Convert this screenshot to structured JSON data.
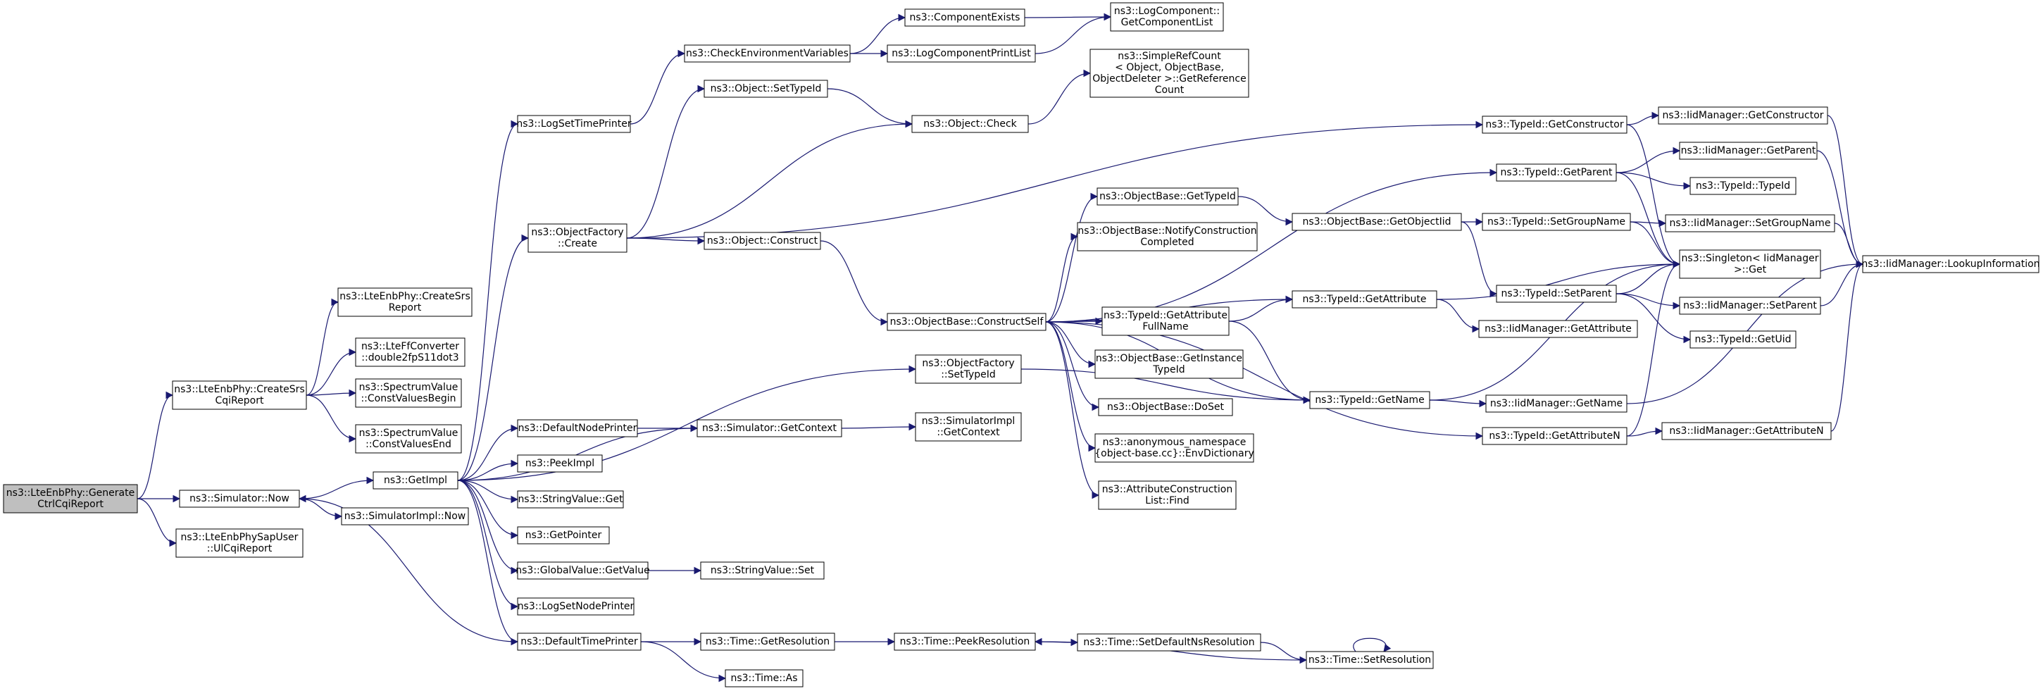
{
  "nodes": [
    {
      "id": "root",
      "lines": [
        "ns3::LteEnbPhy::Generate",
        "CtrlCqiReport"
      ],
      "root": true
    },
    {
      "id": "createSrs",
      "lines": [
        "ns3::LteEnbPhy::CreateSrs",
        "CqiReport"
      ]
    },
    {
      "id": "simNow",
      "lines": [
        "ns3::Simulator::Now"
      ]
    },
    {
      "id": "ulCqi",
      "lines": [
        "ns3::LteEnbPhySapUser",
        "::UlCqiReport"
      ]
    },
    {
      "id": "createSrsReport",
      "lines": [
        "ns3::LteEnbPhy::CreateSrs",
        "Report"
      ]
    },
    {
      "id": "double2fp",
      "lines": [
        "ns3::LteFfConverter",
        "::double2fpS11dot3"
      ]
    },
    {
      "id": "cvBegin",
      "lines": [
        "ns3::SpectrumValue",
        "::ConstValuesBegin"
      ]
    },
    {
      "id": "cvEnd",
      "lines": [
        "ns3::SpectrumValue",
        "::ConstValuesEnd"
      ]
    },
    {
      "id": "getImpl",
      "lines": [
        "ns3::GetImpl"
      ]
    },
    {
      "id": "simImplNow",
      "lines": [
        "ns3::SimulatorImpl::Now"
      ]
    },
    {
      "id": "logSetTimePrinter",
      "lines": [
        "ns3::LogSetTimePrinter"
      ]
    },
    {
      "id": "objFactoryCreate",
      "lines": [
        "ns3::ObjectFactory",
        "::Create"
      ]
    },
    {
      "id": "defNodePrinter",
      "lines": [
        "ns3::DefaultNodePrinter"
      ]
    },
    {
      "id": "peekImpl",
      "lines": [
        "ns3::PeekImpl"
      ]
    },
    {
      "id": "strValueGet",
      "lines": [
        "ns3::StringValue::Get"
      ]
    },
    {
      "id": "getPointer",
      "lines": [
        "ns3::GetPointer"
      ]
    },
    {
      "id": "gvGetValue",
      "lines": [
        "ns3::GlobalValue::GetValue"
      ]
    },
    {
      "id": "logSetNodePrinter",
      "lines": [
        "ns3::LogSetNodePrinter"
      ]
    },
    {
      "id": "defTimePrinter",
      "lines": [
        "ns3::DefaultTimePrinter"
      ]
    },
    {
      "id": "checkEnvVars",
      "lines": [
        "ns3::CheckEnvironmentVariables"
      ]
    },
    {
      "id": "objSetTypeId",
      "lines": [
        "ns3::Object::SetTypeId"
      ]
    },
    {
      "id": "objConstruct",
      "lines": [
        "ns3::Object::Construct"
      ]
    },
    {
      "id": "simGetContext",
      "lines": [
        "ns3::Simulator::GetContext"
      ]
    },
    {
      "id": "strValueSet",
      "lines": [
        "ns3::StringValue::Set"
      ]
    },
    {
      "id": "timeGetRes",
      "lines": [
        "ns3::Time::GetResolution"
      ]
    },
    {
      "id": "timeAs",
      "lines": [
        "ns3::Time::As"
      ]
    },
    {
      "id": "compExists",
      "lines": [
        "ns3::ComponentExists"
      ]
    },
    {
      "id": "logCompPrintList",
      "lines": [
        "ns3::LogComponentPrintList"
      ]
    },
    {
      "id": "objCheck",
      "lines": [
        "ns3::Object::Check"
      ]
    },
    {
      "id": "objBaseConstructSelf",
      "lines": [
        "ns3::ObjectBase::ConstructSelf"
      ]
    },
    {
      "id": "ofSetTypeId",
      "lines": [
        "ns3::ObjectFactory",
        "::SetTypeId"
      ]
    },
    {
      "id": "simImplGetContext",
      "lines": [
        "ns3::SimulatorImpl",
        "::GetContext"
      ]
    },
    {
      "id": "timePeekRes",
      "lines": [
        "ns3::Time::PeekResolution"
      ]
    },
    {
      "id": "logCompGetList",
      "lines": [
        "ns3::LogComponent::",
        "GetComponentList"
      ]
    },
    {
      "id": "simpleRefCount",
      "lines": [
        "ns3::SimpleRefCount",
        "< Object, ObjectBase,",
        "ObjectDeleter >::GetReference",
        "Count"
      ]
    },
    {
      "id": "obGetTypeId",
      "lines": [
        "ns3::ObjectBase::GetTypeId"
      ]
    },
    {
      "id": "obNotifyConstr",
      "lines": [
        "ns3::ObjectBase::NotifyConstruction",
        "Completed"
      ]
    },
    {
      "id": "tidGetAttrFullName",
      "lines": [
        "ns3::TypeId::GetAttribute",
        "FullName"
      ]
    },
    {
      "id": "obGetInstanceTypeId",
      "lines": [
        "ns3::ObjectBase::GetInstance",
        "TypeId"
      ]
    },
    {
      "id": "obDoSet",
      "lines": [
        "ns3::ObjectBase::DoSet"
      ]
    },
    {
      "id": "anonEnvDict",
      "lines": [
        "ns3::anonymous_namespace",
        "{object-base.cc}::EnvDictionary"
      ]
    },
    {
      "id": "acListFind",
      "lines": [
        "ns3::AttributeConstruction",
        "List::Find"
      ]
    },
    {
      "id": "timeSetDefNsRes",
      "lines": [
        "ns3::Time::SetDefaultNsResolution"
      ]
    },
    {
      "id": "obGetObjectIid",
      "lines": [
        "ns3::ObjectBase::GetObjectIid"
      ]
    },
    {
      "id": "tidGetAttribute",
      "lines": [
        "ns3::TypeId::GetAttribute"
      ]
    },
    {
      "id": "tidGetName",
      "lines": [
        "ns3::TypeId::GetName"
      ]
    },
    {
      "id": "timeSetRes",
      "lines": [
        "ns3::Time::SetResolution"
      ]
    },
    {
      "id": "tidGetConstructor",
      "lines": [
        "ns3::TypeId::GetConstructor"
      ]
    },
    {
      "id": "tidGetParent",
      "lines": [
        "ns3::TypeId::GetParent"
      ]
    },
    {
      "id": "tidSetGroupName",
      "lines": [
        "ns3::TypeId::SetGroupName"
      ]
    },
    {
      "id": "tidSetParent",
      "lines": [
        "ns3::TypeId::SetParent"
      ]
    },
    {
      "id": "iidGetAttribute",
      "lines": [
        "ns3::IidManager::GetAttribute"
      ]
    },
    {
      "id": "iidGetName",
      "lines": [
        "ns3::IidManager::GetName"
      ]
    },
    {
      "id": "tidGetAttributeN",
      "lines": [
        "ns3::TypeId::GetAttributeN"
      ]
    },
    {
      "id": "iidGetConstructor",
      "lines": [
        "ns3::IidManager::GetConstructor"
      ]
    },
    {
      "id": "iidGetParent",
      "lines": [
        "ns3::IidManager::GetParent"
      ]
    },
    {
      "id": "tidTypeId",
      "lines": [
        "ns3::TypeId::TypeId"
      ]
    },
    {
      "id": "singletonGet",
      "lines": [
        "ns3::Singleton< IidManager",
        ">::Get"
      ]
    },
    {
      "id": "iidSetGroupName",
      "lines": [
        "ns3::IidManager::SetGroupName"
      ]
    },
    {
      "id": "iidSetParent",
      "lines": [
        "ns3::IidManager::SetParent"
      ]
    },
    {
      "id": "tidGetUid",
      "lines": [
        "ns3::TypeId::GetUid"
      ]
    },
    {
      "id": "iidGetAttributeN",
      "lines": [
        "ns3::IidManager::GetAttributeN"
      ]
    },
    {
      "id": "iidLookupInfo",
      "lines": [
        "ns3::IidManager::LookupInformation"
      ]
    }
  ],
  "edges": [
    [
      "root",
      "createSrs"
    ],
    [
      "root",
      "simNow"
    ],
    [
      "root",
      "ulCqi"
    ],
    [
      "createSrs",
      "createSrsReport"
    ],
    [
      "createSrs",
      "double2fp"
    ],
    [
      "createSrs",
      "cvBegin"
    ],
    [
      "createSrs",
      "cvEnd"
    ],
    [
      "simNow",
      "getImpl"
    ],
    [
      "simNow",
      "simImplNow"
    ],
    [
      "getImpl",
      "logSetTimePrinter"
    ],
    [
      "getImpl",
      "objFactoryCreate"
    ],
    [
      "getImpl",
      "defNodePrinter"
    ],
    [
      "getImpl",
      "peekImpl"
    ],
    [
      "getImpl",
      "strValueGet"
    ],
    [
      "getImpl",
      "getPointer"
    ],
    [
      "getImpl",
      "gvGetValue"
    ],
    [
      "getImpl",
      "logSetNodePrinter"
    ],
    [
      "getImpl",
      "defTimePrinter"
    ],
    [
      "getImpl",
      "ofSetTypeId"
    ],
    [
      "getImpl",
      "simGetContext"
    ],
    [
      "logSetTimePrinter",
      "checkEnvVars"
    ],
    [
      "checkEnvVars",
      "compExists"
    ],
    [
      "checkEnvVars",
      "logCompPrintList"
    ],
    [
      "compExists",
      "logCompGetList"
    ],
    [
      "logCompPrintList",
      "logCompGetList"
    ],
    [
      "objFactoryCreate",
      "objSetTypeId"
    ],
    [
      "objFactoryCreate",
      "objConstruct"
    ],
    [
      "objFactoryCreate",
      "tidGetConstructor"
    ],
    [
      "objFactoryCreate",
      "objCheck"
    ],
    [
      "objSetTypeId",
      "objCheck"
    ],
    [
      "objCheck",
      "simpleRefCount"
    ],
    [
      "objConstruct",
      "objBaseConstructSelf"
    ],
    [
      "defNodePrinter",
      "simGetContext"
    ],
    [
      "simGetContext",
      "simImplGetContext"
    ],
    [
      "gvGetValue",
      "strValueSet"
    ],
    [
      "defTimePrinter",
      "timeGetRes"
    ],
    [
      "defTimePrinter",
      "timeAs"
    ],
    [
      "defTimePrinter",
      "simNow"
    ],
    [
      "timeGetRes",
      "timePeekRes"
    ],
    [
      "timePeekRes",
      "timeSetDefNsRes"
    ],
    [
      "timeSetDefNsRes",
      "timeSetRes"
    ],
    [
      "timeSetRes",
      "timePeekRes"
    ],
    [
      "timeSetRes",
      "timeSetRes"
    ],
    [
      "objBaseConstructSelf",
      "obGetTypeId"
    ],
    [
      "objBaseConstructSelf",
      "obNotifyConstr"
    ],
    [
      "objBaseConstructSelf",
      "tidGetAttrFullName"
    ],
    [
      "objBaseConstructSelf",
      "tidGetAttribute"
    ],
    [
      "objBaseConstructSelf",
      "obGetInstanceTypeId"
    ],
    [
      "objBaseConstructSelf",
      "obDoSet"
    ],
    [
      "objBaseConstructSelf",
      "anonEnvDict"
    ],
    [
      "objBaseConstructSelf",
      "acListFind"
    ],
    [
      "objBaseConstructSelf",
      "tidGetName"
    ],
    [
      "objBaseConstructSelf",
      "tidGetParent"
    ],
    [
      "objBaseConstructSelf",
      "tidGetAttributeN"
    ],
    [
      "ofSetTypeId",
      "tidGetName"
    ],
    [
      "obGetTypeId",
      "obGetObjectIid"
    ],
    [
      "obGetObjectIid",
      "tidSetGroupName"
    ],
    [
      "obGetObjectIid",
      "tidSetParent"
    ],
    [
      "tidGetAttrFullName",
      "tidGetAttribute"
    ],
    [
      "tidGetAttrFullName",
      "tidGetName"
    ],
    [
      "tidGetAttribute",
      "singletonGet"
    ],
    [
      "tidGetAttribute",
      "iidGetAttribute"
    ],
    [
      "tidGetName",
      "singletonGet"
    ],
    [
      "tidGetName",
      "iidGetName"
    ],
    [
      "tidGetConstructor",
      "iidGetConstructor"
    ],
    [
      "tidGetConstructor",
      "singletonGet"
    ],
    [
      "tidGetParent",
      "iidGetParent"
    ],
    [
      "tidGetParent",
      "tidTypeId"
    ],
    [
      "tidGetParent",
      "singletonGet"
    ],
    [
      "tidSetGroupName",
      "singletonGet"
    ],
    [
      "tidSetGroupName",
      "iidSetGroupName"
    ],
    [
      "tidSetParent",
      "singletonGet"
    ],
    [
      "tidSetParent",
      "iidSetParent"
    ],
    [
      "tidSetParent",
      "tidGetUid"
    ],
    [
      "tidGetAttributeN",
      "singletonGet"
    ],
    [
      "tidGetAttributeN",
      "iidGetAttributeN"
    ],
    [
      "iidGetConstructor",
      "iidLookupInfo"
    ],
    [
      "iidGetParent",
      "iidLookupInfo"
    ],
    [
      "iidSetGroupName",
      "iidLookupInfo"
    ],
    [
      "iidSetParent",
      "iidLookupInfo"
    ],
    [
      "iidGetName",
      "iidLookupInfo"
    ],
    [
      "iidGetAttributeN",
      "iidLookupInfo"
    ]
  ]
}
